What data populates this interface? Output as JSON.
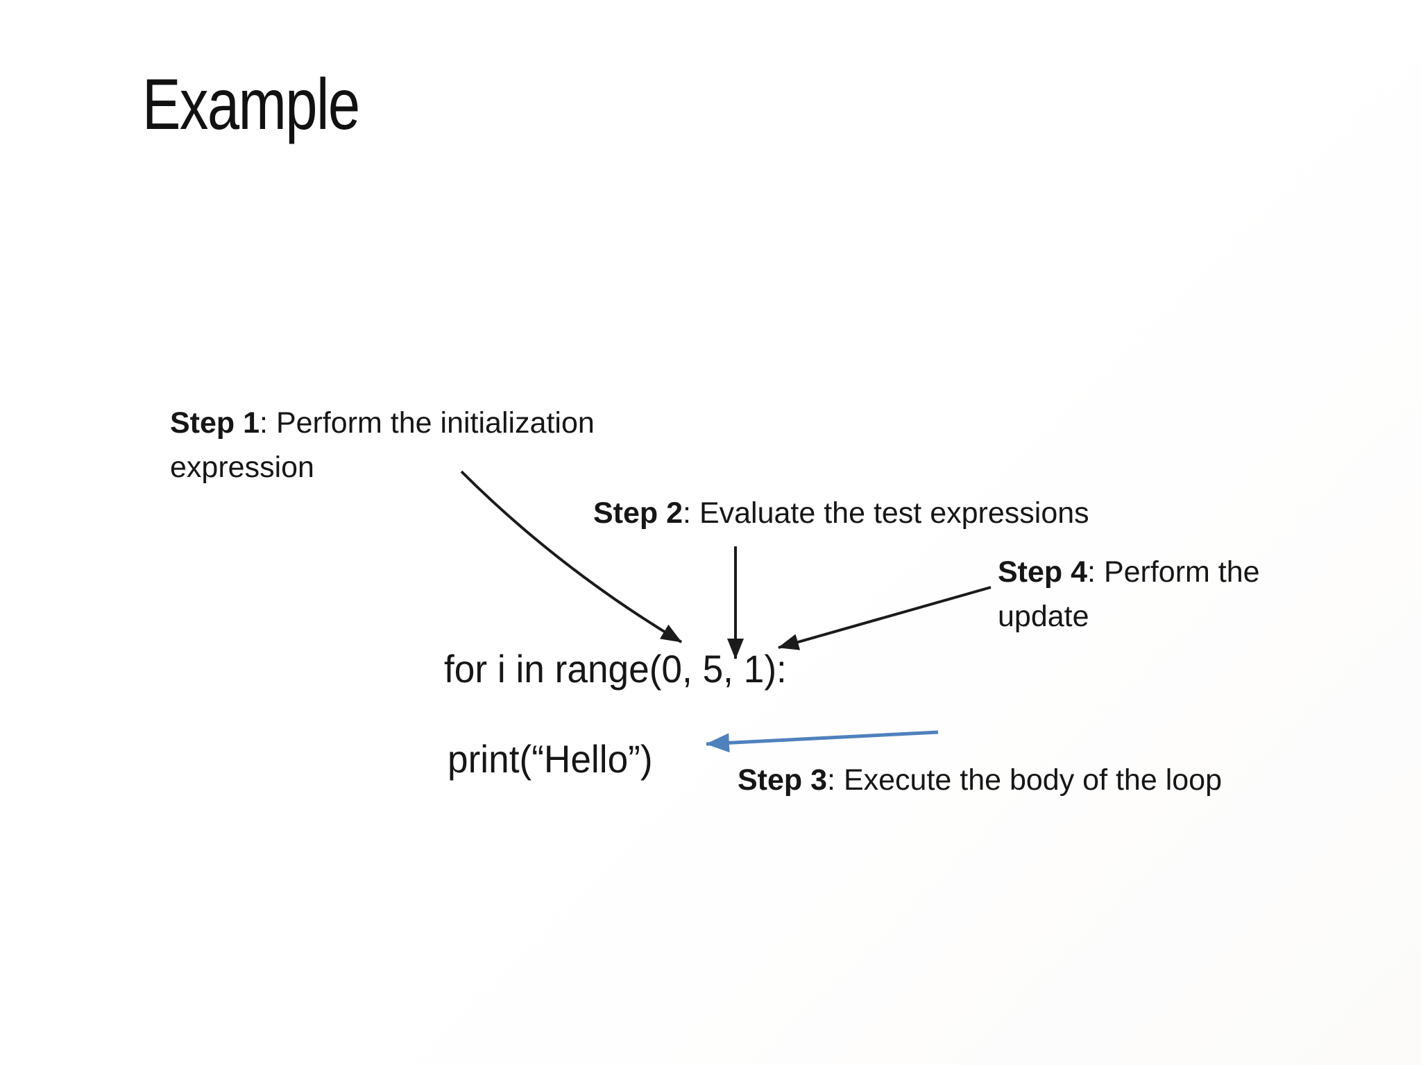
{
  "slide": {
    "title": "Example",
    "colors": {
      "background": "#ffffff",
      "text": "#161616",
      "black_arrow": "#1b1b1b",
      "blue_arrow": "#4f81bd"
    },
    "annotations": {
      "step1": {
        "label": "Step 1",
        "rest": ": Perform the initialization expression"
      },
      "step2": {
        "label": "Step 2",
        "rest": ": Evaluate the test expressions"
      },
      "step3": {
        "label": "Step 3",
        "rest": ": Execute the body of the loop"
      },
      "step4": {
        "label": "Step 4",
        "rest": ": Perform the update"
      }
    },
    "code": {
      "line1": "for i in range(0, 5, 1):",
      "line2": "print(“Hello”)"
    },
    "arrows": {
      "step1_target": "0 (initialization expression)",
      "step2_target": "5 (test expression)",
      "step4_target": "1 (update expression)",
      "step3_target": "print(“Hello”) (loop body)"
    }
  }
}
